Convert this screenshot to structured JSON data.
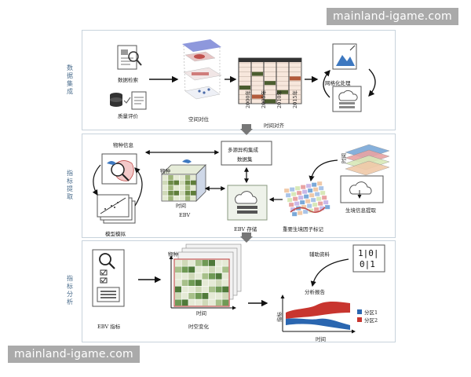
{
  "watermark": "mainland-igame.com",
  "section_labels": {
    "data_integration": "数据集成",
    "indicator_extraction": "指标提取",
    "indicator_analysis": "指标分析"
  },
  "panel1": {
    "data_retrieval": "数据检索",
    "quality_assessment": "质量评价",
    "spatial_alignment": "空间对位",
    "time_alignment": "时间对齐",
    "grid_processing": "网格化处理",
    "years": [
      "2000年",
      "2005年",
      "2010年",
      "2015年"
    ]
  },
  "panel2": {
    "species_info": "物种信息",
    "model_simulation": "模型模拟",
    "species_axis": "物种",
    "time_axis": "时间",
    "ebv": "EBV",
    "multi_source": "多源异构集成",
    "dataset": "数据集",
    "ebv_storage": "EBV 存储",
    "eco_factor": "重要生境因子标记",
    "habitat_extraction": "生境信息提取",
    "cube_time_label": "时间"
  },
  "panel3": {
    "ebv_indicator": "EBV 指标",
    "spatiotemporal_change": "时空变化",
    "species_axis": "物种",
    "time_axis": "时间",
    "auxiliary_data": "辅助资料",
    "binary_line1": "1|0|",
    "binary_line2": "0|1",
    "analysis_report": "分析报告",
    "y_axis": "指标",
    "x_axis": "时间",
    "legend": [
      "分区1",
      "分区2"
    ]
  },
  "colors": {
    "partition1": "#2a66b0",
    "partition2": "#c8352f",
    "panel_border": "#c8d3dc",
    "label_blue": "#4a6c8c"
  }
}
